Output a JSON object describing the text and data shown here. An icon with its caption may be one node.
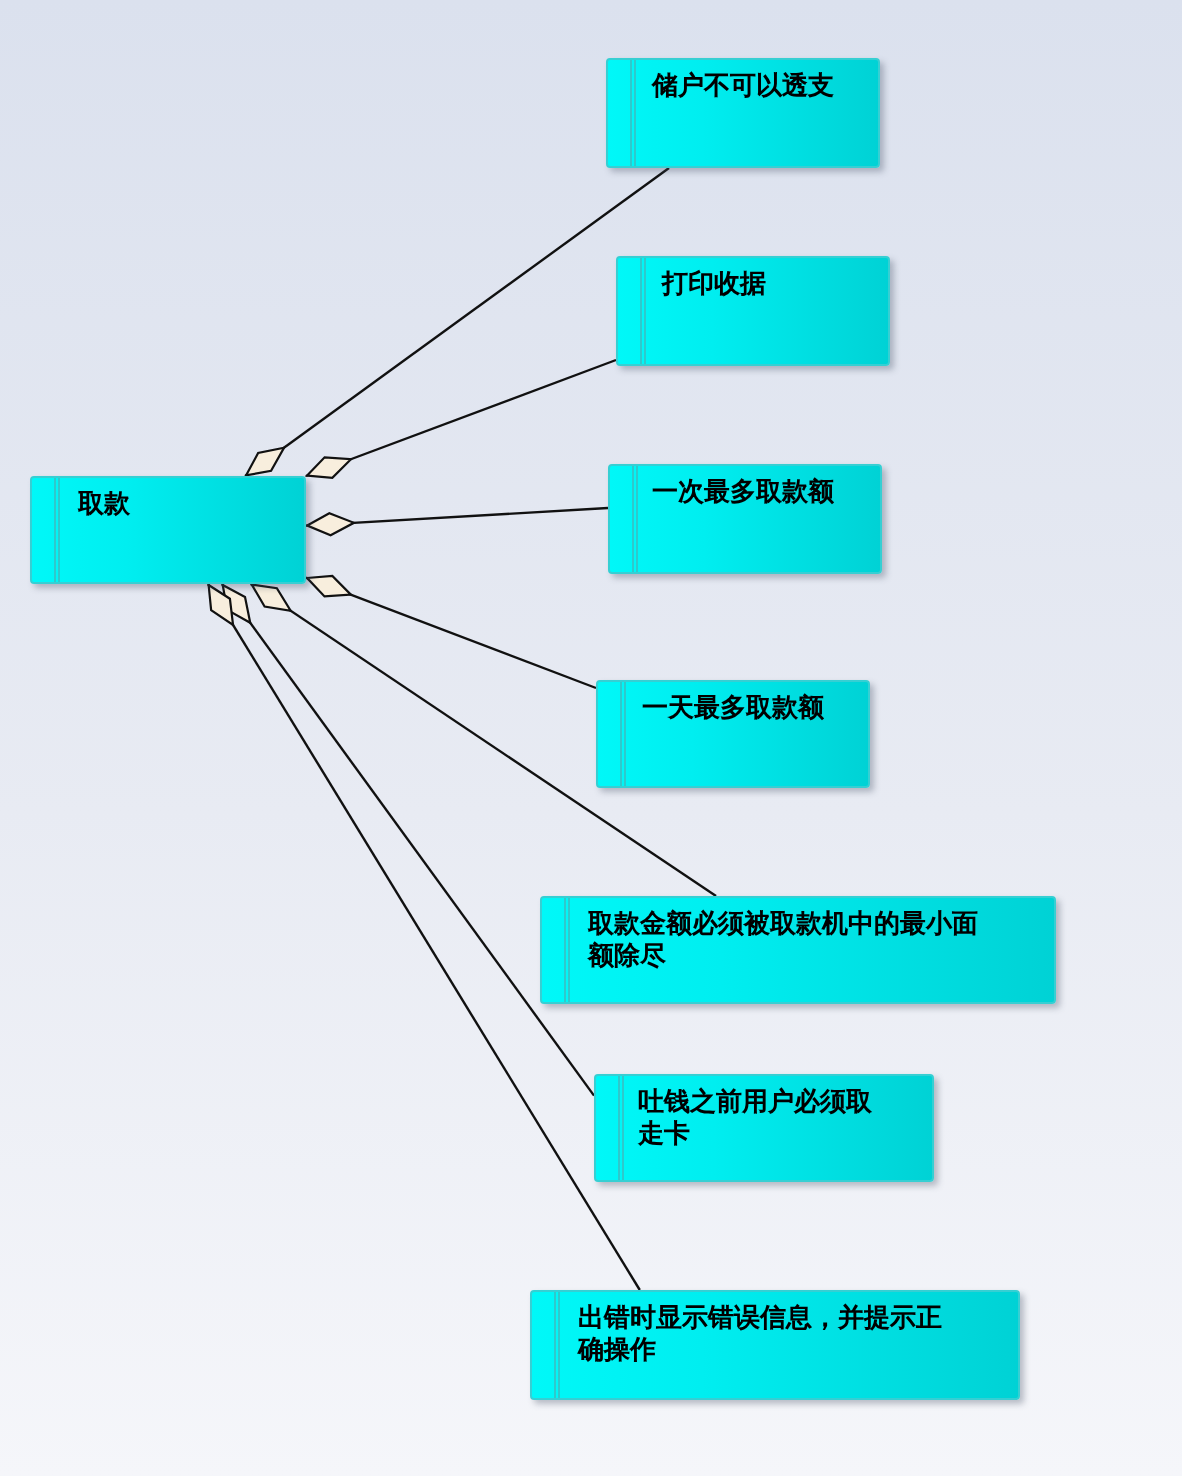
{
  "diagram": {
    "nodes": [
      {
        "text": [
          "取款"
        ]
      },
      {
        "text": [
          "储户不可以透支"
        ]
      },
      {
        "text": [
          "打印收据"
        ]
      },
      {
        "text": [
          "一次最多取款额"
        ]
      },
      {
        "text": [
          "一天最多取款额"
        ]
      },
      {
        "text": [
          "取款金额必须被取款机中的最小面额除尽"
        ]
      },
      {
        "text": [
          "吐钱之前用户必须取走卡"
        ]
      },
      {
        "text": [
          "出错时显示错误信息，并提示正确操作"
        ]
      }
    ],
    "edges": [
      {
        "from": 0,
        "to": 1,
        "arrow": "other"
      },
      {
        "from": 0,
        "to": 2,
        "arrow": "other"
      },
      {
        "from": 0,
        "to": 3,
        "arrow": "other"
      },
      {
        "from": 0,
        "to": 4,
        "arrow": "other"
      },
      {
        "from": 0,
        "to": 5,
        "arrow": "other"
      },
      {
        "from": 0,
        "to": 6,
        "arrow": "other"
      },
      {
        "from": 0,
        "to": 7,
        "arrow": "other"
      }
    ]
  }
}
